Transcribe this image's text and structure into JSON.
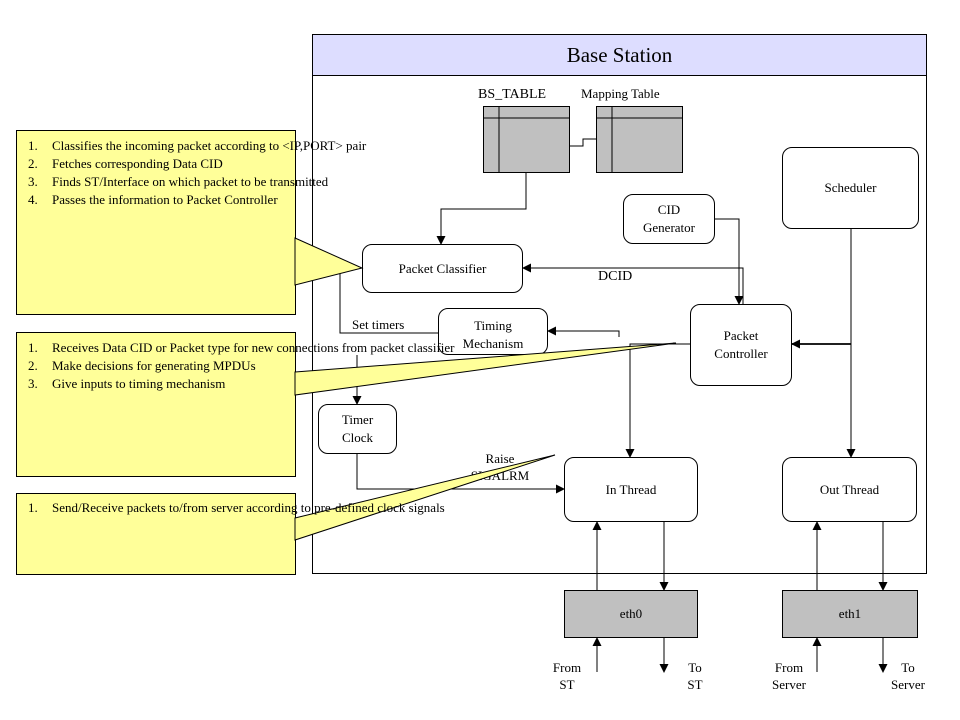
{
  "base_station": {
    "title": "Base Station"
  },
  "tables": {
    "bs_table": "BS_TABLE",
    "mapping_table": "Mapping Table"
  },
  "components": {
    "scheduler": "Scheduler",
    "cid_generator": "CID Generator",
    "packet_classifier": "Packet Classifier",
    "packet_controller": "Packet Controller",
    "timing_mechanism": "Timing Mechanism",
    "timer_clock": "Timer Clock",
    "in_thread": "In Thread",
    "out_thread": "Out Thread"
  },
  "edge_labels": {
    "dcid": "DCID",
    "set_timers": "Set timers",
    "raise_sigalrm": "Raise SIGALRM"
  },
  "interfaces": {
    "eth0": "eth0",
    "eth1": "eth1"
  },
  "io_labels": {
    "from_st": "From ST",
    "to_st": "To ST",
    "from_server": "From Server",
    "to_server": "To Server"
  },
  "callouts": {
    "classifier_notes": [
      "Classifies the incoming packet according to <IP,PORT> pair",
      "Fetches corresponding Data CID",
      "Finds ST/Interface on which packet to be transmitted",
      "Passes the information to Packet Controller"
    ],
    "controller_notes": [
      "Receives Data CID or Packet type for new connections from packet classifier",
      "Make decisions for generating MPDUs",
      "Give inputs to timing mechanism"
    ],
    "thread_notes": [
      "Send/Receive packets to/from server according to pre-defined clock signals"
    ]
  },
  "colors": {
    "callout_fill": "#ffff99",
    "frame_header_fill": "#ddddff",
    "table_fill": "#c0c0c0",
    "interface_fill": "#c0c0c0"
  }
}
